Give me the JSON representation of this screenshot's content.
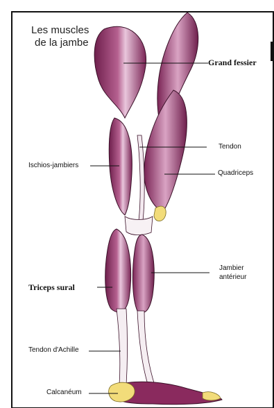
{
  "title": {
    "line1": "Les muscles",
    "line2": "de la jambe"
  },
  "labels": {
    "grand_fessier": "Grand fessier",
    "tendon": "Tendon",
    "ischios_jambiers": "Ischios-jambiers",
    "quadriceps": "Quadriceps",
    "jambier_anterieur_1": "Jambier",
    "jambier_anterieur_2": "antérieur",
    "triceps_sural": "Triceps sural",
    "tendon_achille": "Tendon d'Achille",
    "calcaneum": "Calcanéum"
  },
  "colors": {
    "muscle": "#8a2a5e",
    "muscle_light": "#e6bfd6",
    "bone": "#f2dc7a",
    "line": "#111111"
  }
}
